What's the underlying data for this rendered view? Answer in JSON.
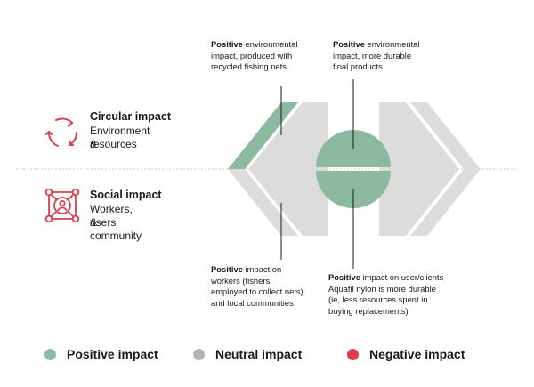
{
  "colors": {
    "positive": "#8cb9a0",
    "neutral": "#dcdcdc",
    "negative": "#e8394a",
    "icon_red": "#e03c4b",
    "text": "#1a1a1a",
    "divider": "#c8c8c8"
  },
  "categories": [
    {
      "icon": "circular-arrows-icon",
      "title": "Circular impact",
      "subtitle_lines": [
        "Environment &",
        "resources"
      ]
    },
    {
      "icon": "people-network-icon",
      "title": "Social impact",
      "subtitle_lines": [
        "Workers, users",
        "& community"
      ]
    }
  ],
  "annotations": {
    "top_left": {
      "bold": "Positive",
      "rest": " environmental",
      "lines": [
        "impact, produced with",
        "recycled fishing nets"
      ]
    },
    "top_right": {
      "bold": "Positive",
      "rest": " environmental",
      "lines": [
        "impact, more durable",
        "final products"
      ]
    },
    "bottom_left": {
      "bold": "Positive",
      "rest": " impact on",
      "lines": [
        "workers (fishers,",
        "employed to collect nets)",
        "and local communities"
      ]
    },
    "bottom_right": {
      "bold": "Positive",
      "rest": " impact on user/clients",
      "lines": [
        "Aquafil nylon is more durable",
        "(ie, less resources spent in",
        "buying replacements)"
      ]
    }
  },
  "legend": [
    {
      "label": "Positive impact",
      "color": "#8cb9a0"
    },
    {
      "label": "Neutral impact",
      "color": "#b4b4b4"
    },
    {
      "label": "Negative impact",
      "color": "#e8394a"
    }
  ]
}
